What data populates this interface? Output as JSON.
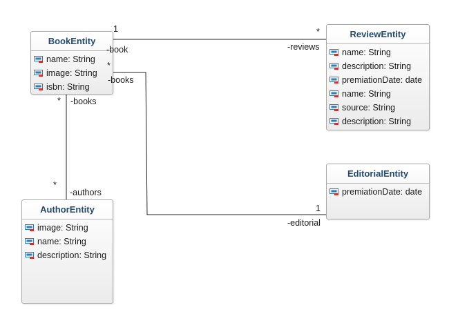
{
  "classes": {
    "book": {
      "name": "BookEntity",
      "attributes": [
        "name: String",
        "image: String",
        "isbn: String"
      ]
    },
    "review": {
      "name": "ReviewEntity",
      "attributes": [
        "name: String",
        "description: String",
        "premiationDate: date",
        "name: String",
        "source: String",
        "description: String"
      ]
    },
    "editorial": {
      "name": "EditorialEntity",
      "attributes": [
        "premiationDate: date"
      ]
    },
    "author": {
      "name": "AuthorEntity",
      "attributes": [
        "image: String",
        "name: String",
        "description: String"
      ]
    }
  },
  "associations": {
    "book_review": {
      "book_multiplicity": "1",
      "book_role": "-book",
      "review_multiplicity": "*",
      "review_role": "-reviews"
    },
    "book_editorial": {
      "book_multiplicity": "*",
      "book_role": "-books",
      "editorial_multiplicity": "1",
      "editorial_role": "-editorial"
    },
    "book_author": {
      "book_multiplicity": "*",
      "book_role": "-books",
      "author_multiplicity": "*",
      "author_role": "-authors"
    }
  },
  "icons": {
    "attribute": "field-icon"
  },
  "colors": {
    "class_title": "#1e4a73",
    "icon_blue": "#2f7fb6",
    "icon_red": "#d0312d",
    "line": "#222222"
  }
}
